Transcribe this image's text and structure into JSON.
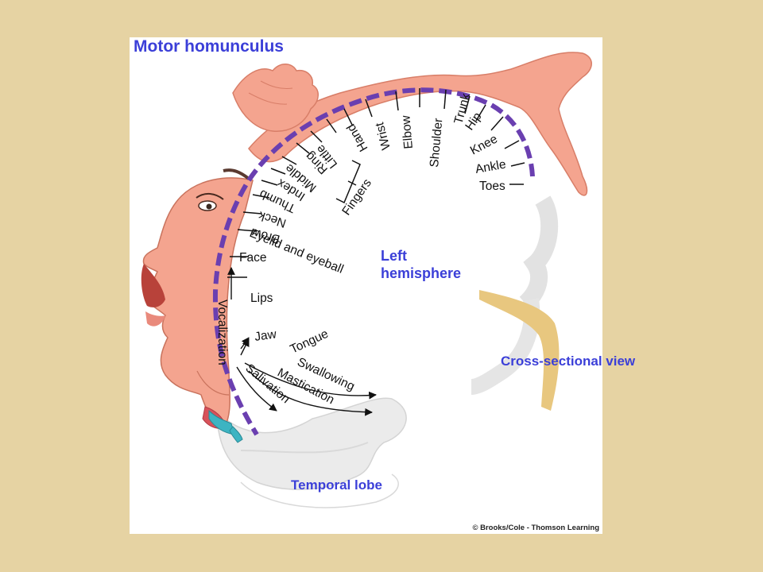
{
  "title": "Motor homunculus",
  "colors": {
    "background": "#E6D3A3",
    "accent_text": "#3B3FD8",
    "cortex_band": "#6A3FB0",
    "skin": "#F2A08E",
    "brain": "#EDEDED",
    "cross_section": "#E8C77F"
  },
  "labels": {
    "left_hemisphere_line1": "Left",
    "left_hemisphere_line2": "hemisphere",
    "cross_sectional_view": "Cross-sectional view",
    "temporal_lobe": "Temporal lobe",
    "copyright": "© Brooks/Cole - Thomson Learning"
  },
  "body_regions": {
    "toes": "Toes",
    "ankle": "Ankle",
    "knee": "Knee",
    "hip": "Hip",
    "trunk": "Trunk",
    "shoulder": "Shoulder",
    "elbow": "Elbow",
    "wrist": "Wrist",
    "hand": "Hand",
    "little": "Little",
    "ring": "Ring",
    "middle": "Middle",
    "index": "Index",
    "thumb": "Thumb",
    "fingers": "Fingers",
    "neck": "Neck",
    "brow": "Brow",
    "eyelid_eyeball": "Eyelid and eyeball",
    "face": "Face",
    "lips": "Lips",
    "jaw": "Jaw",
    "tongue": "Tongue",
    "swallowing": "Swallowing",
    "mastication": "Mastication",
    "salivation": "Salivation",
    "vocalization": "Vocalization"
  }
}
